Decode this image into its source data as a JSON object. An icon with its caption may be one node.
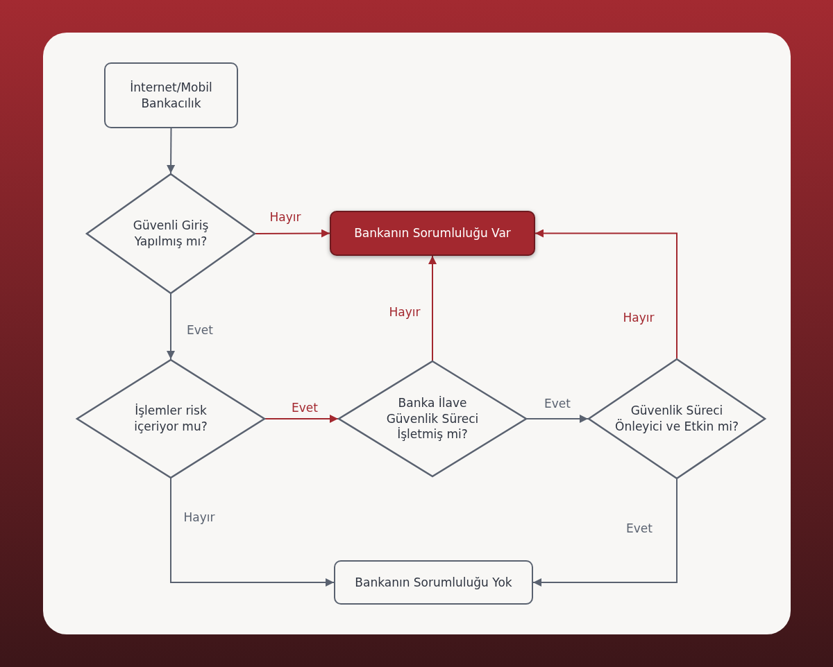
{
  "diagram": {
    "nodes": [
      {
        "text": [
          "İnternet/Mobil Bankacılık"
        ]
      },
      {
        "text": [
          "Güvenli Giriş Yapılmış mı?"
        ]
      },
      {
        "text": [
          "Bankanın Sorumluluğu Var"
        ]
      },
      {
        "text": [
          "İşlemler risk içeriyor mu?"
        ]
      },
      {
        "text": [
          "Banka İlave Güvenlik Süreci İşletmiş mi?"
        ]
      },
      {
        "text": [
          "Güvenlik Süreci Önleyici ve Etkin mi?"
        ]
      },
      {
        "text": [
          "Bankanın Sorumluluğu Yok"
        ]
      }
    ],
    "edges": [
      {
        "from": 0,
        "to": 1,
        "arrow": "to"
      },
      {
        "from": 1,
        "to": 2,
        "arrow": "to",
        "label": "Hayır",
        "color": "#a3282f"
      },
      {
        "from": 1,
        "to": 3,
        "arrow": "to",
        "label": "Evet"
      },
      {
        "from": 3,
        "to": 4,
        "arrow": "to",
        "label": "Evet",
        "color": "#a3282f"
      },
      {
        "from": 4,
        "to": 2,
        "arrow": "to",
        "label": "Hayır",
        "color": "#a3282f"
      },
      {
        "from": 4,
        "to": 5,
        "arrow": "to",
        "label": "Evet"
      },
      {
        "from": 5,
        "to": 2,
        "arrow": "to",
        "label": "Hayır",
        "color": "#a3282f"
      },
      {
        "from": 3,
        "to": 6,
        "arrow": "to",
        "label": "Hayır"
      },
      {
        "from": 5,
        "to": 6,
        "arrow": "to",
        "label": "Evet"
      }
    ]
  }
}
